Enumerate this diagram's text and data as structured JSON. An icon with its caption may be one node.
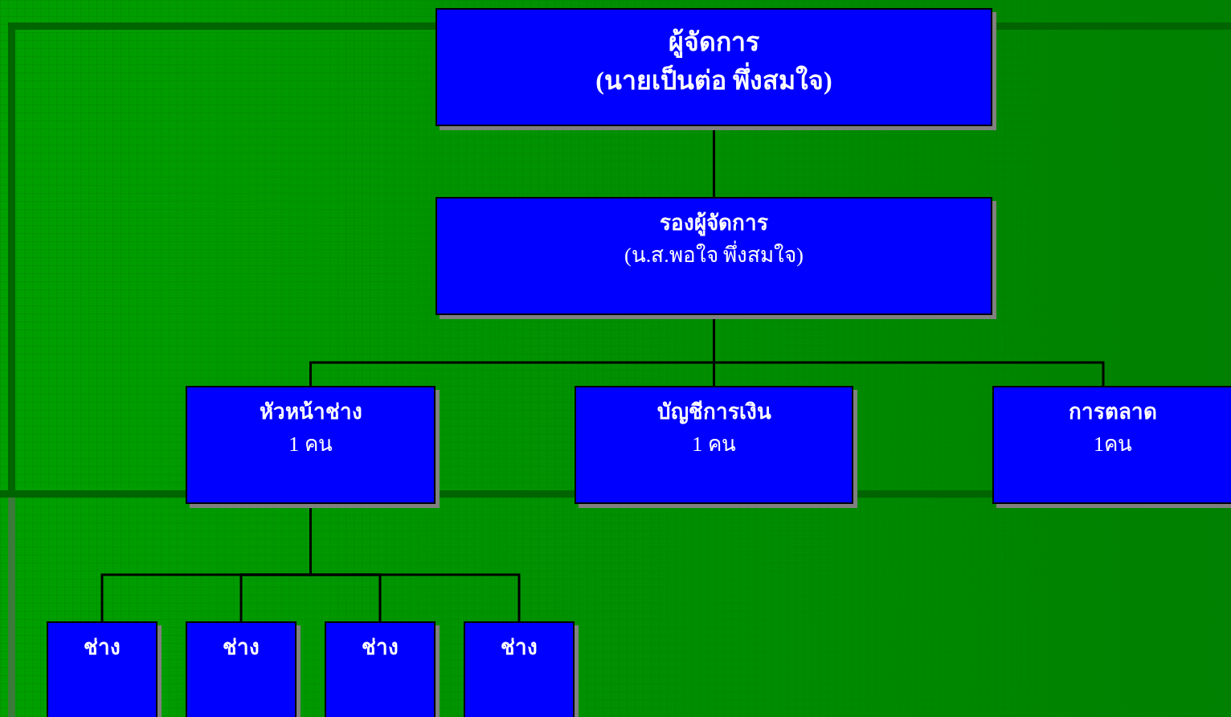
{
  "diagram": {
    "nodes": [
      {
        "text": [
          "ผู้จัดการ",
          "(นายเป็นต่อ พึ่งสมใจ)"
        ]
      },
      {
        "text": [
          "รองผู้จัดการ",
          "(น.ส.พอใจ พึ่งสมใจ)"
        ]
      },
      {
        "text": [
          "หัวหน้าช่าง",
          "1 คน"
        ]
      },
      {
        "text": [
          "บัญชีการเงิน",
          "1 คน"
        ]
      },
      {
        "text": [
          "การตลาด",
          "1คน"
        ]
      },
      {
        "text": [
          "ช่าง"
        ]
      },
      {
        "text": [
          "ช่าง"
        ]
      },
      {
        "text": [
          "ช่าง"
        ]
      },
      {
        "text": [
          "ช่าง"
        ]
      }
    ],
    "edges": [
      {
        "from": 0,
        "to": 1,
        "arrow": "none"
      },
      {
        "from": 1,
        "to": 2,
        "arrow": "none"
      },
      {
        "from": 1,
        "to": 3,
        "arrow": "none"
      },
      {
        "from": 1,
        "to": 4,
        "arrow": "none"
      },
      {
        "from": 2,
        "to": 5,
        "arrow": "none"
      },
      {
        "from": 2,
        "to": 6,
        "arrow": "none"
      },
      {
        "from": 2,
        "to": 7,
        "arrow": "none"
      },
      {
        "from": 2,
        "to": 8,
        "arrow": "none"
      }
    ]
  }
}
